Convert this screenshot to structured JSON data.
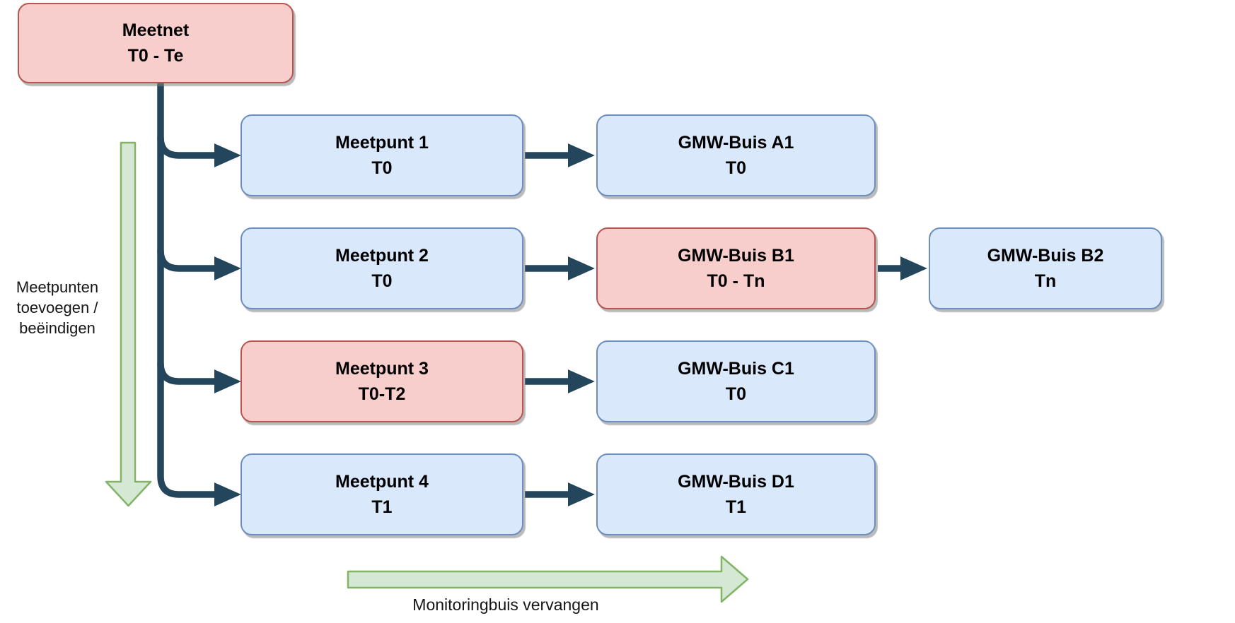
{
  "diagram": {
    "nodes": [
      {
        "id": "meetnet",
        "variant": "red",
        "title": "Meetnet",
        "subtitle": "T0 - Te"
      },
      {
        "id": "meetpunt1",
        "variant": "blue",
        "title": "Meetpunt 1",
        "subtitle": "T0"
      },
      {
        "id": "gmw_a1",
        "variant": "blue",
        "title": "GMW-Buis A1",
        "subtitle": "T0"
      },
      {
        "id": "meetpunt2",
        "variant": "blue",
        "title": "Meetpunt 2",
        "subtitle": "T0"
      },
      {
        "id": "gmw_b1",
        "variant": "red",
        "title": "GMW-Buis B1",
        "subtitle": "T0 - Tn"
      },
      {
        "id": "gmw_b2",
        "variant": "blue",
        "title": "GMW-Buis B2",
        "subtitle": "Tn"
      },
      {
        "id": "meetpunt3",
        "variant": "red",
        "title": "Meetpunt 3",
        "subtitle": "T0-T2"
      },
      {
        "id": "gmw_c1",
        "variant": "blue",
        "title": "GMW-Buis C1",
        "subtitle": "T0"
      },
      {
        "id": "meetpunt4",
        "variant": "blue",
        "title": "Meetpunt 4",
        "subtitle": "T1"
      },
      {
        "id": "gmw_d1",
        "variant": "blue",
        "title": "GMW-Buis D1",
        "subtitle": "T1"
      }
    ],
    "annotations": {
      "left_arrow_label_lines": {
        "0": "Meetpunten",
        "1": "toevoegen /",
        "2": "beëindigen"
      },
      "bottom_arrow_label": "Monitoringbuis vervangen"
    },
    "colors": {
      "red_fill": "#f8cecc",
      "red_border": "#b85450",
      "blue_fill": "#dae8fc",
      "blue_border": "#6c8ebf",
      "green_fill": "#d5e8d4",
      "green_border": "#82b366",
      "connector": "#24465c"
    }
  }
}
